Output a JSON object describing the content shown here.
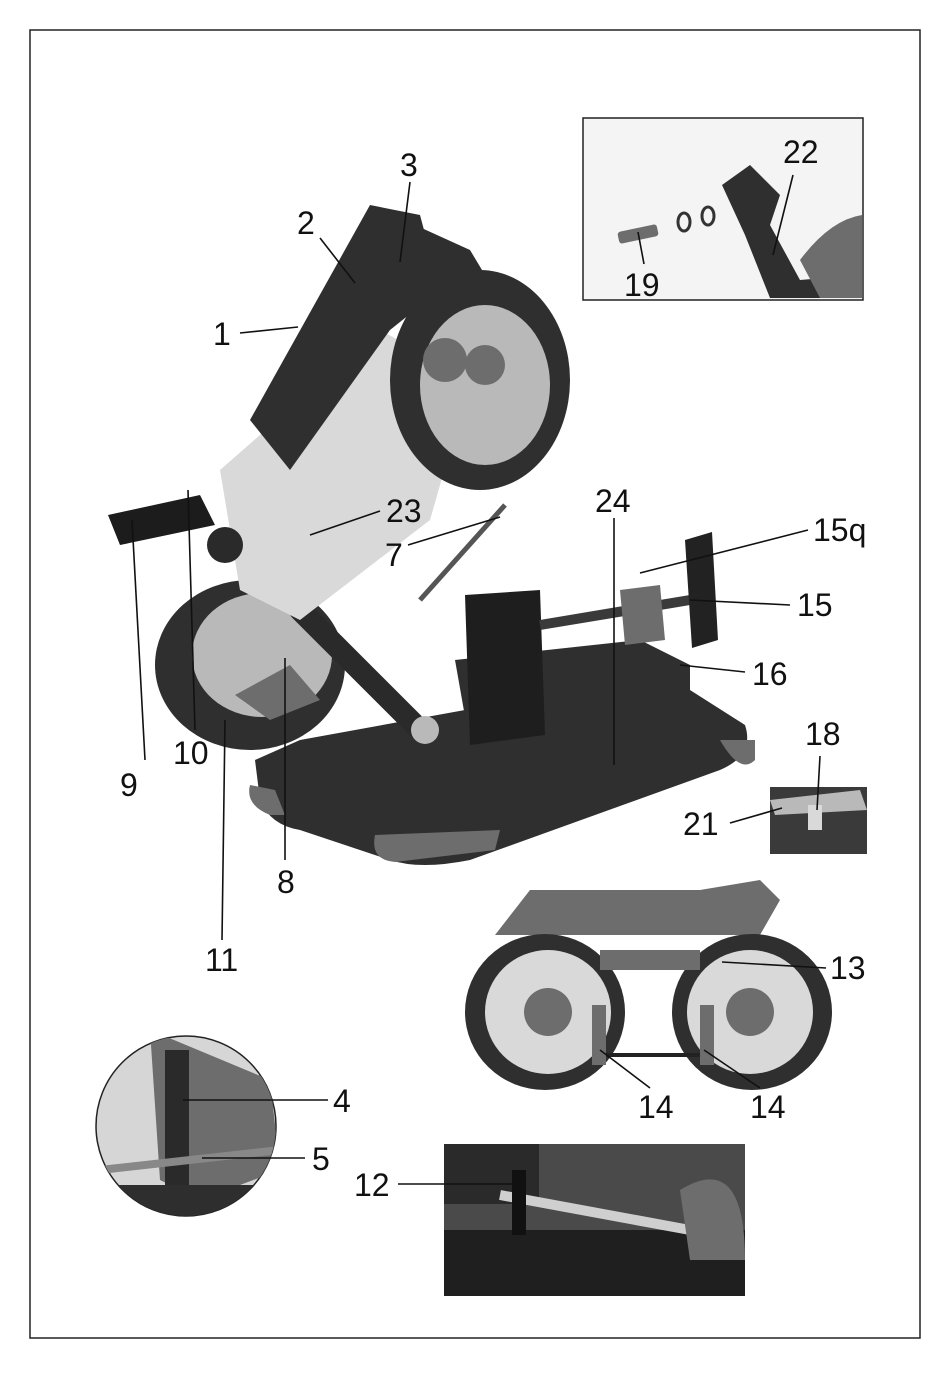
{
  "callouts": {
    "c1": "1",
    "c2": "2",
    "c3": "3",
    "c4": "4",
    "c5": "5",
    "c7": "7",
    "c8": "8",
    "c9": "9",
    "c10": "10",
    "c11": "11",
    "c12": "12",
    "c13": "13",
    "c14a": "14",
    "c14b": "14",
    "c15": "15",
    "c15q": "15q",
    "c16": "16",
    "c18": "18",
    "c19": "19",
    "c21": "21",
    "c22": "22",
    "c23": "23",
    "c24": "24"
  },
  "colors": {
    "ink": "#111111",
    "frame": "#222222",
    "machine_dark": "#2f2f2f",
    "machine_light": "#b9b9b9"
  }
}
